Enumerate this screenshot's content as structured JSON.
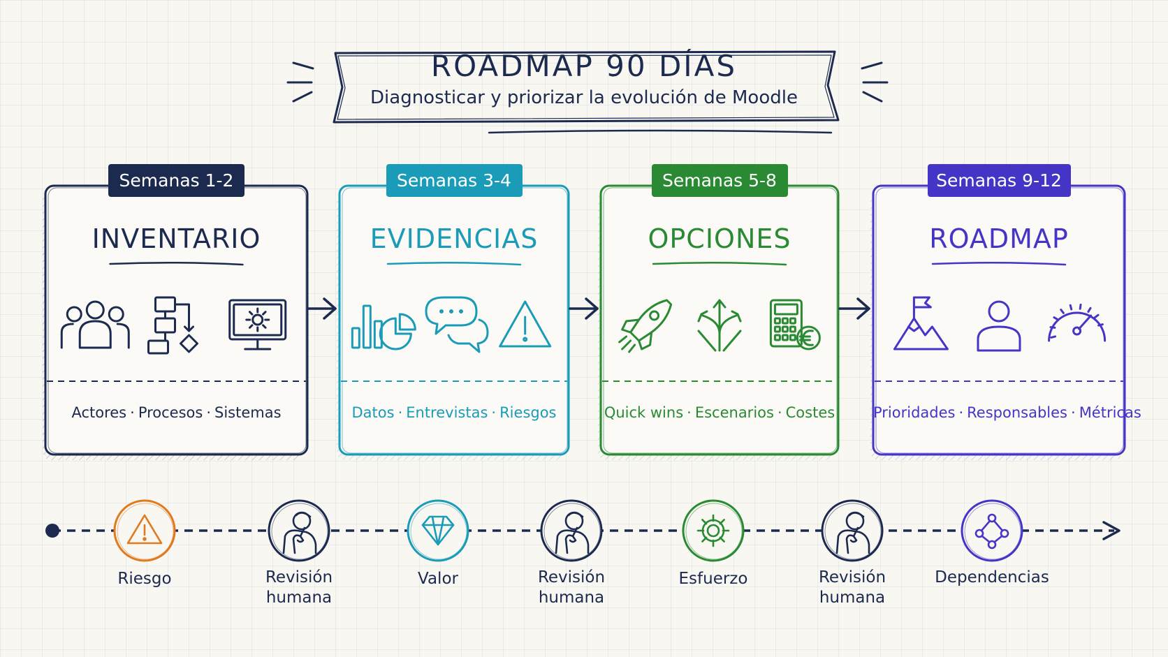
{
  "header": {
    "title": "ROADMAP 90 DÍAS",
    "subtitle": "Diagnosticar y priorizar la evolución de Moodle"
  },
  "stages": [
    {
      "badge": "Semanas 1-2",
      "title": "INVENTARIO",
      "color": "#1c2a4f",
      "items": [
        "Actores",
        "Procesos",
        "Sistemas"
      ],
      "icons": [
        "people-group-icon",
        "flowchart-icon",
        "monitor-gear-icon"
      ]
    },
    {
      "badge": "Semanas 3-4",
      "title": "EVIDENCIAS",
      "color": "#1a9bb8",
      "items": [
        "Datos",
        "Entrevistas",
        "Riesgos"
      ],
      "icons": [
        "bar-pie-chart-icon",
        "chat-bubbles-icon",
        "warning-triangle-icon"
      ]
    },
    {
      "badge": "Semanas 5-8",
      "title": "OPCIONES",
      "color": "#2a8a33",
      "items": [
        "Quick wins",
        "Escenarios",
        "Costes"
      ],
      "icons": [
        "rocket-icon",
        "split-arrows-icon",
        "calculator-euro-icon"
      ]
    },
    {
      "badge": "Semanas 9-12",
      "title": "ROADMAP",
      "color": "#4535c7",
      "items": [
        "Prioridades",
        "Responsables",
        "Métricas"
      ],
      "icons": [
        "mountain-flag-icon",
        "person-icon",
        "speedometer-icon"
      ]
    }
  ],
  "item_separator": "·",
  "milestones": [
    {
      "label": "Riesgo",
      "icon": "warning-icon",
      "color": "#e07a1f"
    },
    {
      "label": "Revisión humana",
      "icon": "thinking-person-icon",
      "color": "#1c2a4f"
    },
    {
      "label": "Valor",
      "icon": "diamond-icon",
      "color": "#1a9bb8"
    },
    {
      "label": "Revisión humana",
      "icon": "thinking-person-icon",
      "color": "#1c2a4f"
    },
    {
      "label": "Esfuerzo",
      "icon": "gear-icon",
      "color": "#2a8a33"
    },
    {
      "label": "Revisión humana",
      "icon": "thinking-person-icon",
      "color": "#1c2a4f"
    },
    {
      "label": "Dependencias",
      "icon": "network-nodes-icon",
      "color": "#4535c7"
    }
  ]
}
